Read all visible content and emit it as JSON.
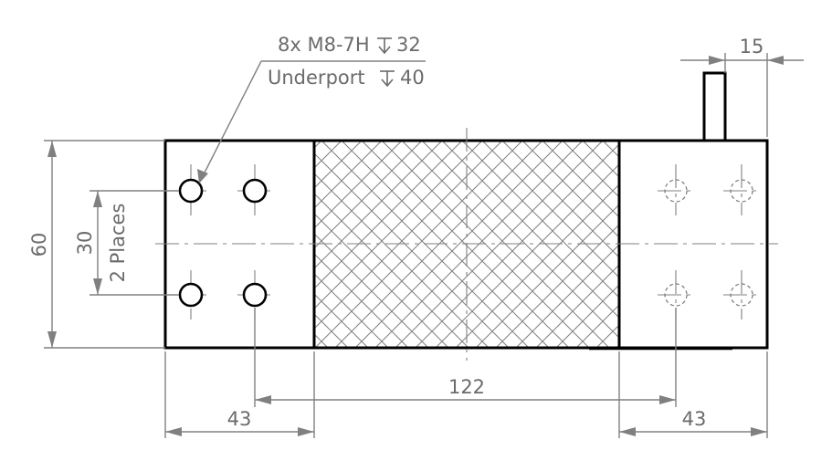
{
  "callout": {
    "line1": "8x M8-7H",
    "line1_depth": "32",
    "line2": "Underport",
    "line2_depth": "40",
    "depth_symbol": "depth-symbol"
  },
  "dimensions": {
    "height_total": "60",
    "hole_spacing_vertical": "30",
    "hole_spacing_note": "2 Places",
    "left_block_width": "43",
    "hole_span": "122",
    "right_block_width": "43",
    "pin_offset": "15"
  },
  "colors": {
    "outline": "#000000",
    "dimension": "#808080",
    "text": "#6b6b6b"
  }
}
